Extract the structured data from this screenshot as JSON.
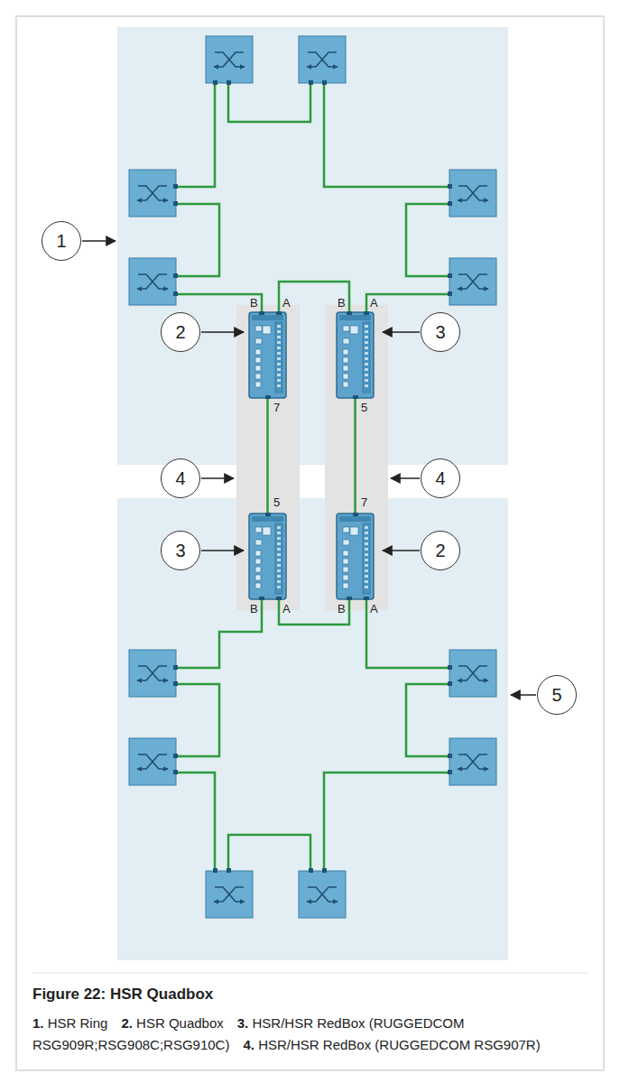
{
  "diagram": {
    "caption": "Figure 22: HSR Quadbox",
    "nodes": [
      {
        "text": [
          "B",
          "A",
          "7"
        ]
      },
      {
        "text": [
          "B",
          "A",
          "5"
        ]
      },
      {
        "text": [
          "5",
          "B",
          "A"
        ]
      },
      {
        "text": [
          "7",
          "B",
          "A"
        ]
      }
    ],
    "edges": [
      {
        "from": 0,
        "to": 2,
        "arrow": "none"
      },
      {
        "from": 1,
        "to": 3,
        "arrow": "none"
      }
    ],
    "labels": [
      "1",
      "2",
      "3",
      "4",
      "4",
      "3",
      "2",
      "5",
      "1.",
      "HSR Ring",
      "2.",
      "HSR Quadbox",
      "3.",
      "HSR/HSR RedBox (RUGGEDCOM RSG909R;RSG908C;RSG910C)",
      "4.",
      "HSR/HSR RedBox (RUGGEDCOM RSG907R)"
    ]
  }
}
